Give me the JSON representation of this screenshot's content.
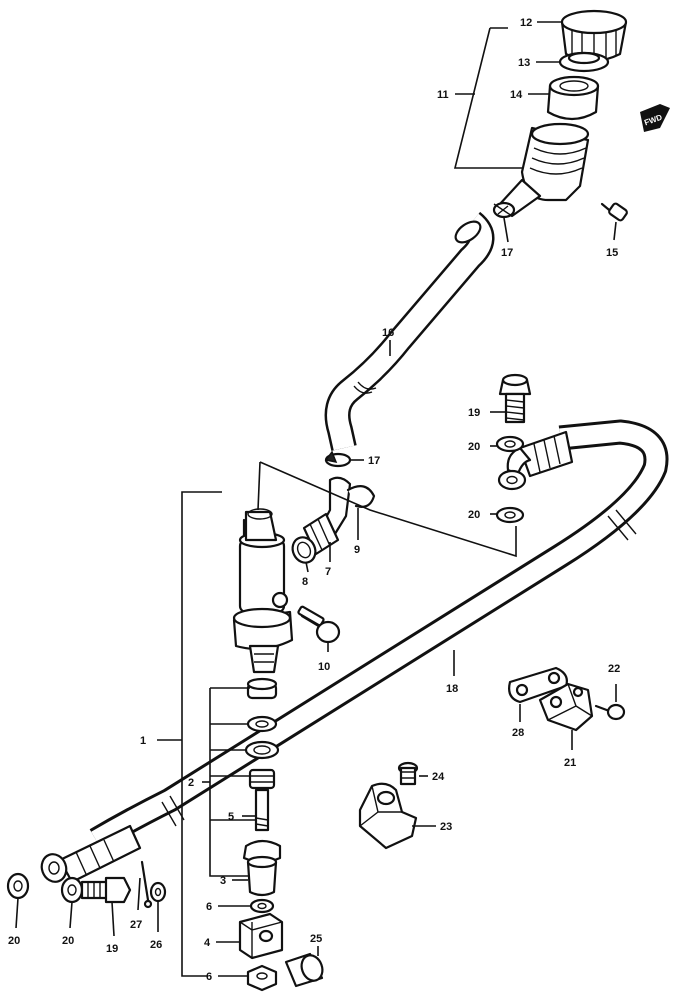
{
  "badge": {
    "fwd": "FWD"
  },
  "callouts": [
    {
      "id": "c12",
      "text": "12"
    },
    {
      "id": "c13",
      "text": "13"
    },
    {
      "id": "c14",
      "text": "14"
    },
    {
      "id": "c11",
      "text": "11"
    },
    {
      "id": "c17a",
      "text": "17"
    },
    {
      "id": "c15",
      "text": "15"
    },
    {
      "id": "c16",
      "text": "16"
    },
    {
      "id": "c19a",
      "text": "19"
    },
    {
      "id": "c20a",
      "text": "20"
    },
    {
      "id": "c17b",
      "text": "17"
    },
    {
      "id": "c20b",
      "text": "20"
    },
    {
      "id": "c9",
      "text": "9"
    },
    {
      "id": "c8",
      "text": "8"
    },
    {
      "id": "c7",
      "text": "7"
    },
    {
      "id": "c10",
      "text": "10"
    },
    {
      "id": "c18",
      "text": "18"
    },
    {
      "id": "c22",
      "text": "22"
    },
    {
      "id": "c28",
      "text": "28"
    },
    {
      "id": "c21",
      "text": "21"
    },
    {
      "id": "c1",
      "text": "1"
    },
    {
      "id": "c2",
      "text": "2"
    },
    {
      "id": "c24",
      "text": "24"
    },
    {
      "id": "c5",
      "text": "5"
    },
    {
      "id": "c23",
      "text": "23"
    },
    {
      "id": "c3",
      "text": "3"
    },
    {
      "id": "c6a",
      "text": "6"
    },
    {
      "id": "c4",
      "text": "4"
    },
    {
      "id": "c25",
      "text": "25"
    },
    {
      "id": "c6b",
      "text": "6"
    },
    {
      "id": "c20c",
      "text": "20"
    },
    {
      "id": "c20d",
      "text": "20"
    },
    {
      "id": "c19b",
      "text": "19"
    },
    {
      "id": "c27",
      "text": "27"
    },
    {
      "id": "c26",
      "text": "26"
    }
  ]
}
